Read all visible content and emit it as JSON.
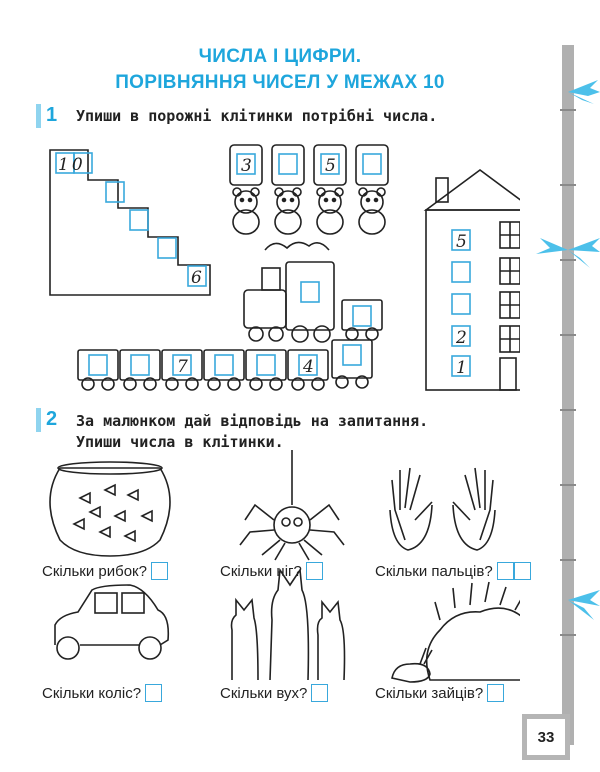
{
  "title": {
    "line1": "ЧИСЛА І ЦИФРИ.",
    "line2": "ПОРІВНЯННЯ ЧИСЕЛ У МЕЖАХ 10"
  },
  "task1": {
    "number": "1",
    "text": "Упиши в порожні клітинки потрібні числа.",
    "stairs": [
      "10",
      "",
      "",
      "",
      "",
      "6"
    ],
    "bears": [
      "3",
      "",
      "5",
      ""
    ],
    "locomotive": [
      ""
    ],
    "wagon": [
      ""
    ],
    "small_wagon": [
      ""
    ],
    "train_wagons": [
      "",
      "",
      "7",
      "",
      "",
      "4"
    ],
    "house_floors": [
      "5",
      "",
      "",
      "2",
      "1"
    ]
  },
  "task2": {
    "number": "2",
    "text_line1": "За малюнком дай відповідь на запитання.",
    "text_line2": "Упиши числа в клітинки.",
    "questions": [
      {
        "label": "Скільки рибок?",
        "cells": 1
      },
      {
        "label": "Скільки ніг?",
        "cells": 1
      },
      {
        "label": "Скільки пальців?",
        "cells": 2
      },
      {
        "label": "Скільки коліс?",
        "cells": 1
      },
      {
        "label": "Скільки вух?",
        "cells": 1
      },
      {
        "label": "Скільки зайців?",
        "cells": 1
      }
    ]
  },
  "page_number": "33",
  "colors": {
    "accent": "#1ea6dc",
    "cell_border": "#39a8dc",
    "bamboo": "#a8a8a8"
  }
}
